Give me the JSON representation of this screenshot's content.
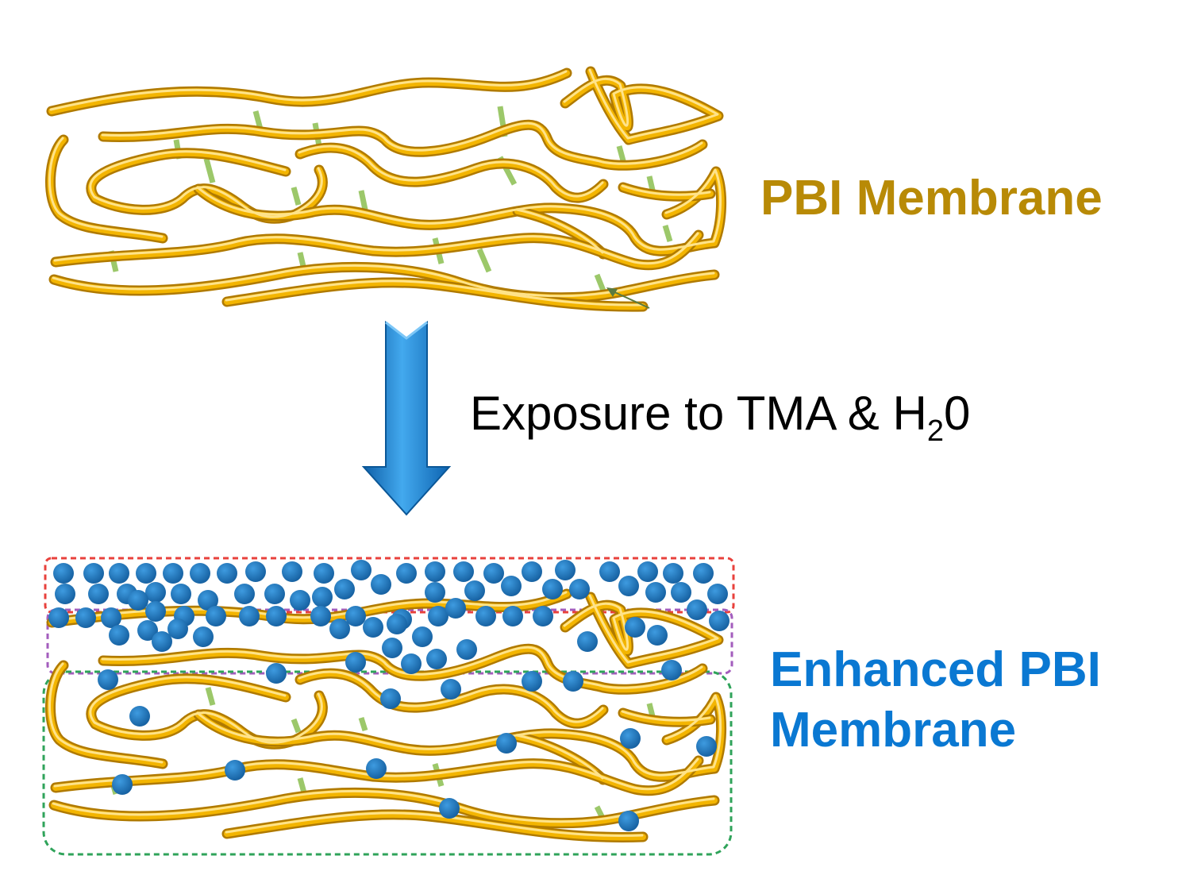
{
  "labels": {
    "pbi_membrane": "PBI Membrane",
    "step_prefix": "Exposure to TMA & H",
    "step_subscript": "2",
    "step_suffix": "0",
    "enhanced_line1": "Enhanced PBI",
    "enhanced_line2": "Membrane"
  },
  "colors": {
    "pbi_label": "#B88A06",
    "enhanced_label": "#0A78D2",
    "chain_fill": "#F3B500",
    "chain_outline": "#B07A00",
    "crosslink": "#9CC86A",
    "particle": "#1C7FC9",
    "arrow": "#1B86D6",
    "surface_box": "#E8413C",
    "interface_box": "#A35DBD",
    "bulk_box": "#2FA35A"
  }
}
